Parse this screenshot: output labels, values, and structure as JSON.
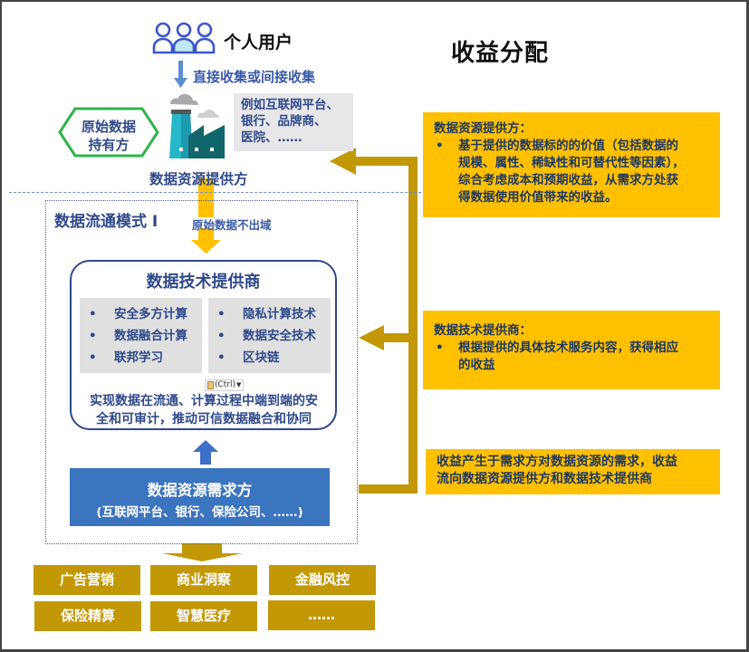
{
  "title": "收益分配",
  "top": {
    "user_label": "个人用户",
    "collect_label": "直接收集或间接收集",
    "examples": [
      "例如互联网平台、",
      "银行、品牌商、",
      "医院、……"
    ],
    "provider_label": "数据资源提供方",
    "hex_label": [
      "原始数据",
      "持有方"
    ]
  },
  "mode": {
    "title": "数据流通模式 I",
    "no_out_label": "原始数据不出域",
    "tech_provider": {
      "title": "数据技术提供商",
      "left_items": [
        "安全多方计算",
        "数据融合计算",
        "联邦学习"
      ],
      "right_items": [
        "隐私计算技术",
        "数据安全技术",
        "区块链"
      ],
      "bullet": "•",
      "description": [
        "实现数据在流通、计算过程中端到端的安",
        "全和可审计，推动可信数据融合和协同"
      ],
      "paste_tag": "(Ctrl)"
    },
    "demand": {
      "title": "数据资源需求方",
      "subtitle": "(互联网平台、银行、保险公司、……)"
    }
  },
  "applications": [
    "广告营销",
    "商业洞察",
    "金融风控",
    "保险精算",
    "智慧医疗",
    "……"
  ],
  "revenue": {
    "provider": {
      "heading": "数据资源提供方：",
      "bullet": "•",
      "text": [
        "基于提供的数据标的的价值（包括数据的",
        "规模、属性、稀缺性和可替代性等因素），",
        "综合考虑成本和预期收益，从需求方处获",
        "得数据使用价值带来的收益。"
      ]
    },
    "tech": {
      "heading": "数据技术提供商：",
      "bullet": "•",
      "text": [
        "根据提供的具体技术服务内容，获得相应",
        "的收益"
      ]
    },
    "flow": [
      "收益产生于需求方对数据资源的需求，收益",
      "流向数据资源提供方和数据技术提供商"
    ]
  },
  "colors": {
    "navy": "#2f4a8a",
    "blue": "#3b74bf",
    "gold": "#c39806",
    "yellow": "#ffc000",
    "green": "#2fb44a",
    "teal": "#26b7c9"
  }
}
